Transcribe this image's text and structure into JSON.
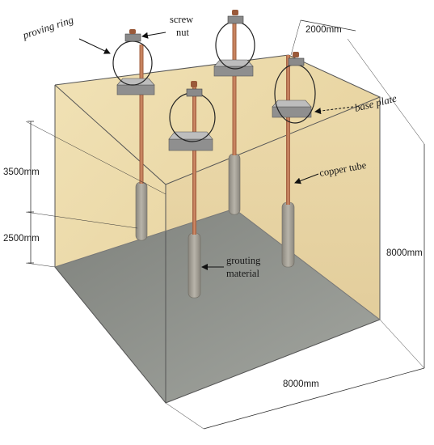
{
  "labels": {
    "proving_ring": "proving ring",
    "screw": "screw",
    "nut": "nut",
    "base_plate": "base plate",
    "copper_tube": "copper tube",
    "grouting": "grouting",
    "material": "material"
  },
  "dimensions": {
    "top_depth": "2000mm",
    "upper_depth": "3500mm",
    "lower_depth": "2500mm",
    "height": "8000mm",
    "width": "8000mm"
  },
  "colors": {
    "soil_left": "#ecd9a8",
    "soil_front": "#e3cd95",
    "soil_top": "#efe0b4",
    "floor": "#8e918c",
    "copper": "#b9714f",
    "grout": "#a09c92",
    "plate": "#9a9a9a"
  }
}
